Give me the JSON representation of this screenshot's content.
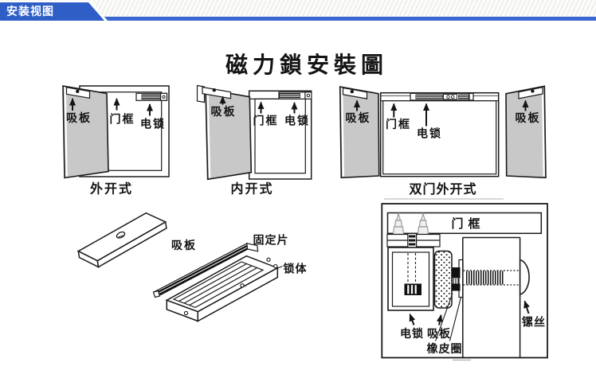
{
  "header": {
    "tab_label": "安装视图"
  },
  "title": "磁力鎖安裝圖",
  "diagram_outward": {
    "caption": "外开式",
    "plate_label": "吸板",
    "frame_label": "门框",
    "lock_label": "电锁"
  },
  "diagram_inward": {
    "caption": "内开式",
    "plate_label": "吸板",
    "frame_label": "门框",
    "lock_label": "电锁"
  },
  "diagram_double": {
    "caption": "双门外开式",
    "plate_left_label": "吸板",
    "frame_label": "门框",
    "lock_label": "电锁",
    "plate_right_label": "吸板"
  },
  "parts": {
    "plate_label": "吸板",
    "fixing_strip_label": "固定片",
    "lock_body_label": "锁体"
  },
  "detail": {
    "frame_label": "门框",
    "lock_label": "电锁",
    "plate_label": "吸板",
    "rubber_ring_label": "橡皮圈",
    "screw_label": "镙丝"
  },
  "colors": {
    "accent_blue": "#2e5ec6",
    "door_gray": "#c8c8c8",
    "line": "#1a1a1a"
  }
}
